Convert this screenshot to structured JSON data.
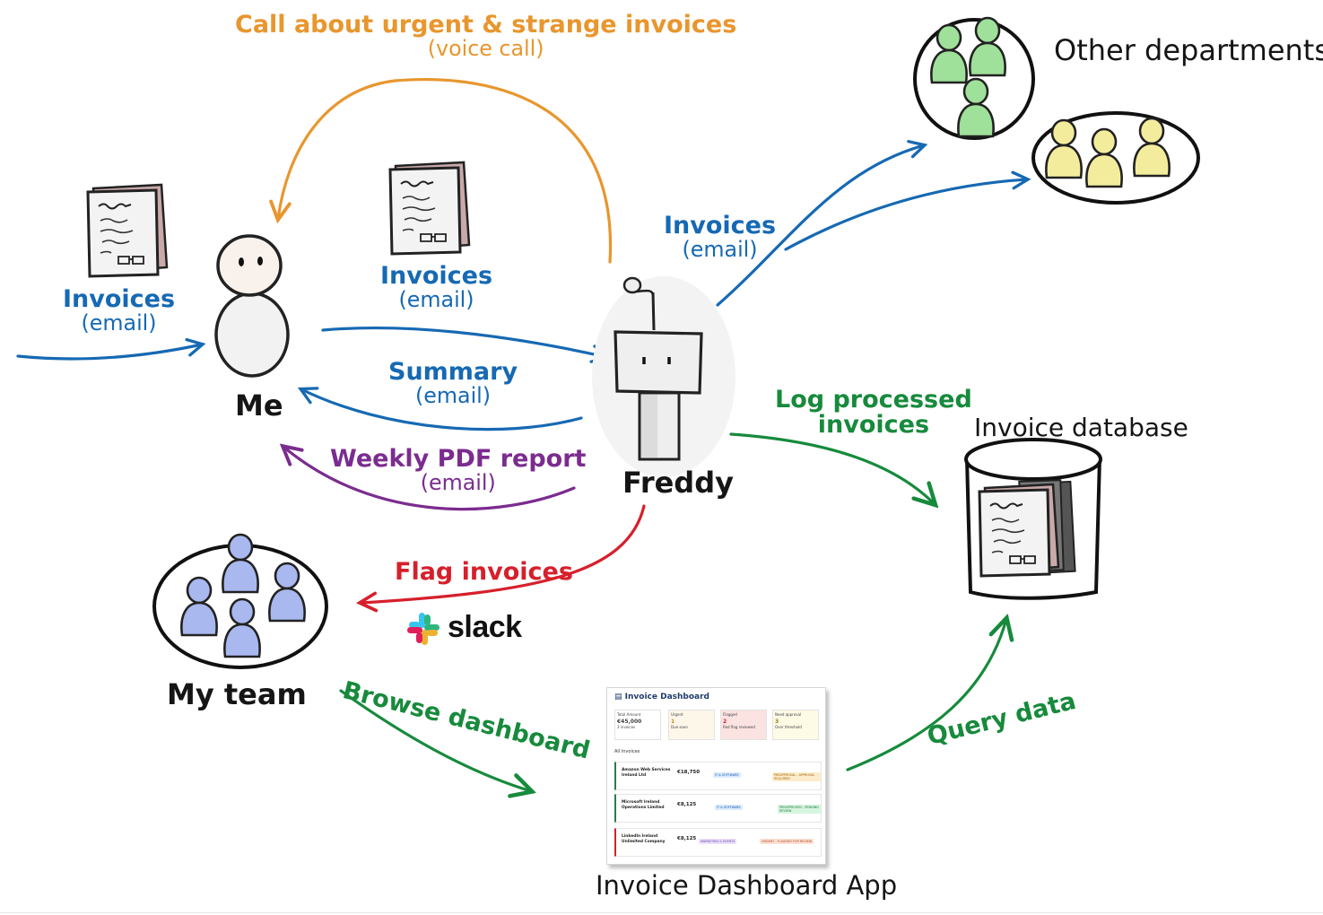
{
  "nodes": {
    "me": "Me",
    "freddy": "Freddy",
    "my_team": "My team",
    "other_departments": "Other departments",
    "invoice_database": "Invoice database",
    "invoice_dashboard_app": "Invoice Dashboard App"
  },
  "edges": {
    "incoming_invoices": {
      "title": "Invoices",
      "sub": "(email)"
    },
    "me_to_freddy": {
      "title": "Invoices",
      "sub": "(email)"
    },
    "freddy_to_me_summary": {
      "title": "Summary",
      "sub": "(email)"
    },
    "freddy_to_me_weekly": {
      "title": "Weekly PDF report",
      "sub": "(email)"
    },
    "freddy_call": {
      "title": "Call about urgent & strange invoices",
      "sub": "(voice call)"
    },
    "freddy_to_departments": {
      "title": "Invoices",
      "sub": "(email)"
    },
    "freddy_to_database": {
      "line1": "Log processed",
      "line2": "invoices"
    },
    "freddy_flag": {
      "title": "Flag invoices"
    },
    "team_browse": {
      "title": "Browse dashboard"
    },
    "dashboard_query": {
      "title": "Query data"
    }
  },
  "slack": {
    "word": "slack"
  },
  "dashboard": {
    "title": "Invoice Dashboard",
    "cards": [
      {
        "label": "Total Amount",
        "value": "€45,000",
        "foot": "3 invoices"
      },
      {
        "label": "Urgent",
        "value": "1",
        "foot": "Due soon"
      },
      {
        "label": "Flagged",
        "value": "2",
        "foot": "Red flag reviewed"
      },
      {
        "label": "Need approval",
        "value": "3",
        "foot": "Over threshold"
      }
    ],
    "section": "All Invoices",
    "rows": [
      {
        "name": "Amazon Web Services Ireland Ltd",
        "amount": "€18,750",
        "category": "IT & SOFTWARE",
        "status": "PREAPPROVAL - APPROVAL REQUIRED"
      },
      {
        "name": "Microsoft Ireland Operations Limited",
        "amount": "€8,125",
        "category": "IT & SOFTWARE",
        "status": "PREAPPROVED - PENDING REVIEW"
      },
      {
        "name": "LinkedIn Ireland Unlimited Company",
        "amount": "€8,125",
        "category": "MARKETING & EVENTS",
        "status": "URGENT - FLAGGED FOR REVIEW"
      }
    ]
  },
  "colors": {
    "blue": "#1669b3",
    "orange": "#e8962e",
    "purple": "#7b2c8f",
    "red": "#d71f2b",
    "green": "#178a3c",
    "team": "#a9b8ef",
    "dept_green": "#9fe09a",
    "dept_yellow": "#f3ec9c"
  },
  "icons": [
    "document-icon",
    "person-icon",
    "robot-icon",
    "team-icon",
    "database-icon",
    "slack-logo-icon",
    "dashboard-screenshot"
  ]
}
